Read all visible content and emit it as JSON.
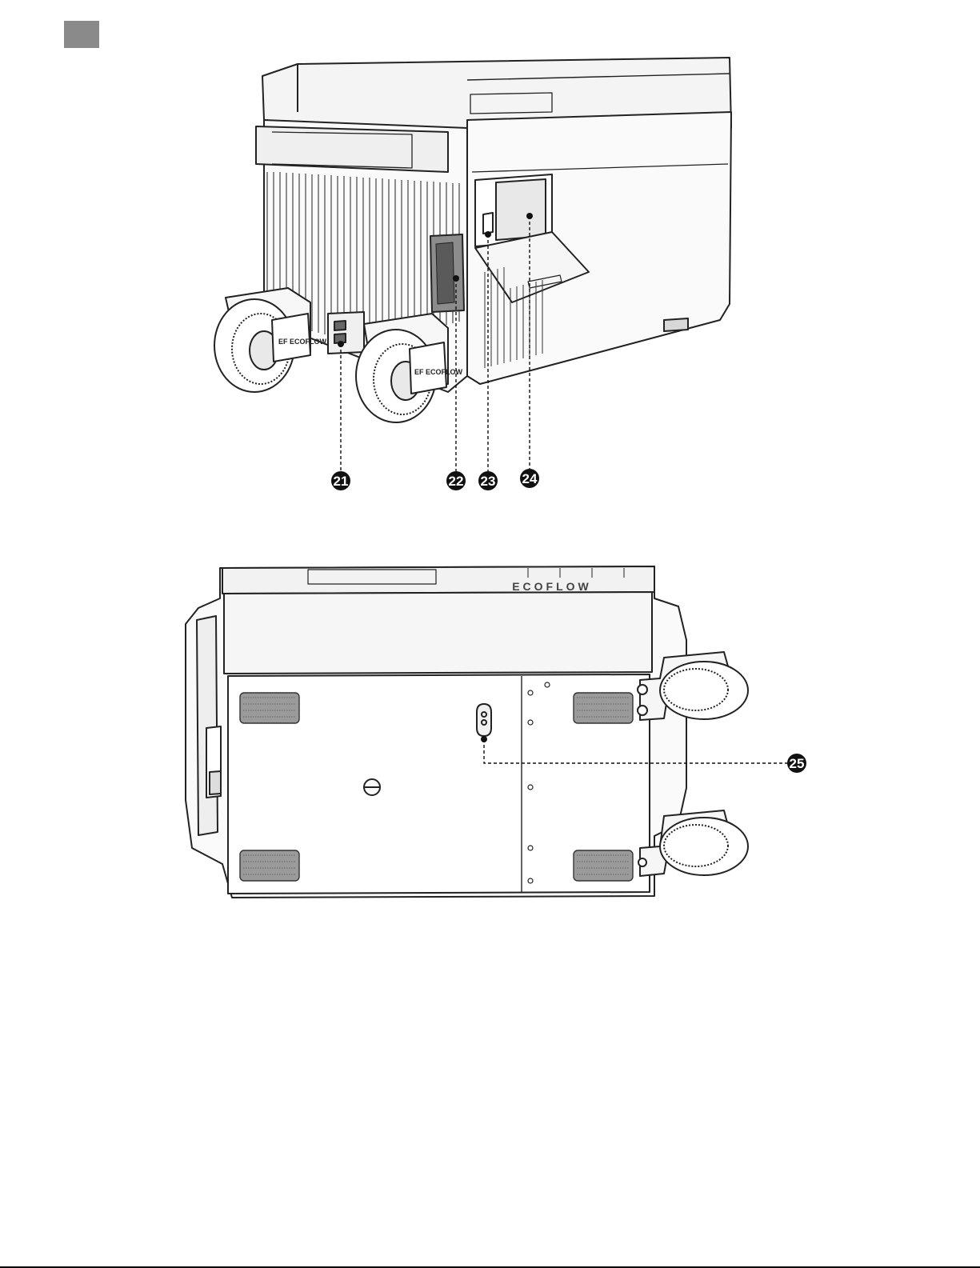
{
  "page": {
    "section_marker_color": "#8a8a8a"
  },
  "figure_rear": {
    "brand_badges": [
      "EF ECOFLOW",
      "EF ECOFLOW"
    ],
    "callouts": [
      {
        "number": "21",
        "icon": "charging-port-label"
      },
      {
        "number": "22",
        "icon": "handle-label"
      },
      {
        "number": "23",
        "icon": "switch-label"
      },
      {
        "number": "24",
        "icon": "battery-compartment-label"
      }
    ]
  },
  "figure_bottom": {
    "brand_logo": "ECOFLOW",
    "callouts": [
      {
        "number": "25",
        "icon": "drain-label"
      }
    ]
  }
}
